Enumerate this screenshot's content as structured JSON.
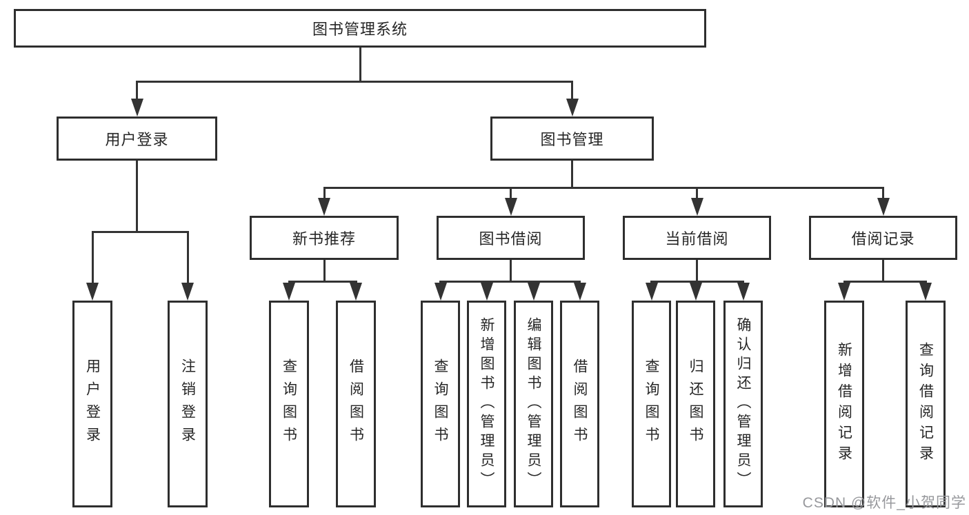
{
  "tree": {
    "root": {
      "label": "图书管理系统",
      "children": [
        {
          "label": "用户登录",
          "children": [
            {
              "label": "用户登录"
            },
            {
              "label": "注销登录"
            }
          ]
        },
        {
          "label": "图书管理",
          "children": [
            {
              "label": "新书推荐",
              "children": [
                {
                  "label": "查询图书"
                },
                {
                  "label": "借阅图书"
                }
              ]
            },
            {
              "label": "图书借阅",
              "children": [
                {
                  "label": "查询图书"
                },
                {
                  "label": "新增图书（管理员）"
                },
                {
                  "label": "编辑图书（管理员）"
                },
                {
                  "label": "借阅图书"
                }
              ]
            },
            {
              "label": "当前借阅",
              "children": [
                {
                  "label": "查询图书"
                },
                {
                  "label": "归还图书"
                },
                {
                  "label": "确认归还（管理员）"
                }
              ]
            },
            {
              "label": "借阅记录",
              "children": [
                {
                  "label": "新增借阅记录"
                },
                {
                  "label": "查询借阅记录"
                }
              ]
            }
          ]
        }
      ]
    }
  },
  "watermark": "CSDN @软件_小贺同学",
  "colors": {
    "line": "#333333",
    "box_border": "#2e2e2e",
    "text": "#262626",
    "watermark": "#97989c",
    "background": "#ffffff"
  }
}
